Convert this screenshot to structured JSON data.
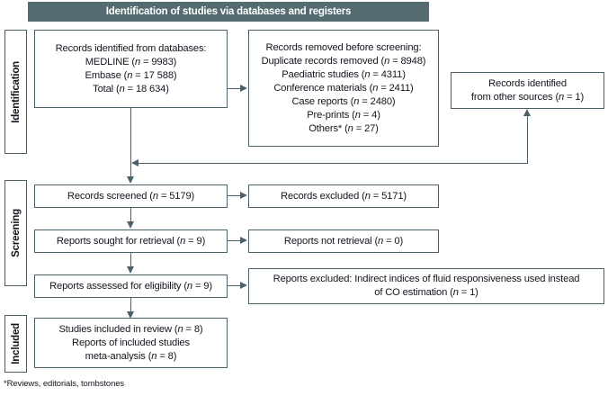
{
  "banner": {
    "title": "Identification of studies via databases and registers"
  },
  "colors": {
    "banner_bg": "#546b70",
    "line": "#4b6068",
    "text": "#15151f",
    "page_bg": "#ffffff"
  },
  "stages": [
    {
      "id": "identification",
      "label": "Identification"
    },
    {
      "id": "screening",
      "label": "Screening"
    },
    {
      "id": "included",
      "label": "Included"
    }
  ],
  "boxes": {
    "records_identified": {
      "lines": [
        "Records identified from databases:",
        "MEDLINE (n = 9983)",
        "Embase (n = 17 588)",
        "Total (n = 18 634)"
      ]
    },
    "records_removed": {
      "lines": [
        "Records removed before screening:",
        "Duplicate records removed (n = 8948)",
        "Paediatric studies (n = 4311)",
        "Conference materials (n = 2411)",
        "Case reports (n = 2480)",
        "Pre-prints (n = 4)",
        "Others* (n = 27)"
      ]
    },
    "other_sources": {
      "lines": [
        "Records identified",
        "from other sources (n = 1)"
      ]
    },
    "records_screened": {
      "lines": [
        "Records screened (n = 5179)"
      ]
    },
    "records_excluded": {
      "lines": [
        "Records excluded (n = 5171)"
      ]
    },
    "reports_sought": {
      "lines": [
        "Reports sought for retrieval (n = 9)"
      ]
    },
    "reports_not_retrieved": {
      "lines": [
        "Reports not retrieval (n = 0)"
      ]
    },
    "reports_assessed": {
      "lines": [
        "Reports assessed for eligibility (n = 9)"
      ]
    },
    "reports_excluded": {
      "lines": [
        "Reports excluded: Indirect indices of fluid responsiveness used instead",
        "of CO estimation (n = 1)"
      ]
    },
    "studies_included": {
      "lines": [
        "Studies included in review (n = 8)",
        "Reports of included studies",
        "meta-analysis (n = 8)"
      ]
    }
  },
  "footnote": {
    "text": "*Reviews, editorials, tombstones"
  }
}
